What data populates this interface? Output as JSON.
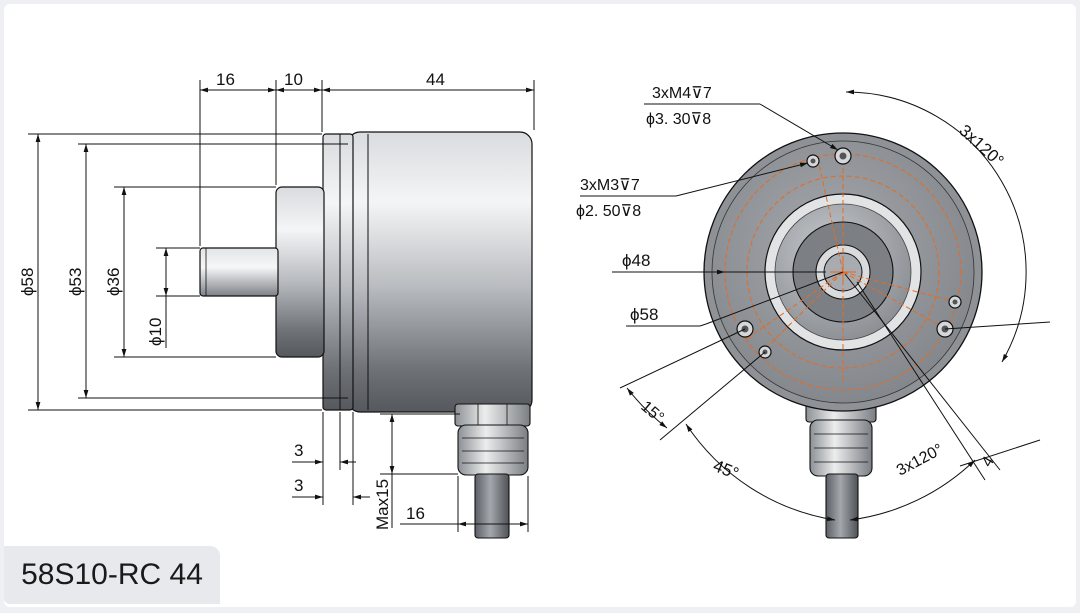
{
  "model": "58S10-RC 44",
  "side_view": {
    "dim_top": [
      "16",
      "10",
      "44"
    ],
    "dim_left": [
      "ϕ58",
      "ϕ53",
      "ϕ36",
      "ϕ10"
    ],
    "dim_bottom_small_1": "3",
    "dim_bottom_small_2": "3",
    "dim_cable_max": "Max15",
    "dim_cable_width": "16"
  },
  "front_view": {
    "m4_label_line1": "3xM4⊽7",
    "m4_label_line2": "ϕ3. 30⊽8",
    "m3_label_line1": "3xM3⊽7",
    "m3_label_line2": "ϕ2. 50⊽8",
    "dia_48": "ϕ48",
    "dia_58": "ϕ58",
    "angle_top_right": "3x120°",
    "angle_15": "15°",
    "angle_45": "45°",
    "angle_bottom": "3x120°",
    "dim_4": "4"
  },
  "colors": {
    "line": "#111111",
    "body_metal": "#a9adb3",
    "face_gray": "#8e9196",
    "hidden_line": "#e86a1e",
    "label_bg": "#e8e9ec"
  }
}
